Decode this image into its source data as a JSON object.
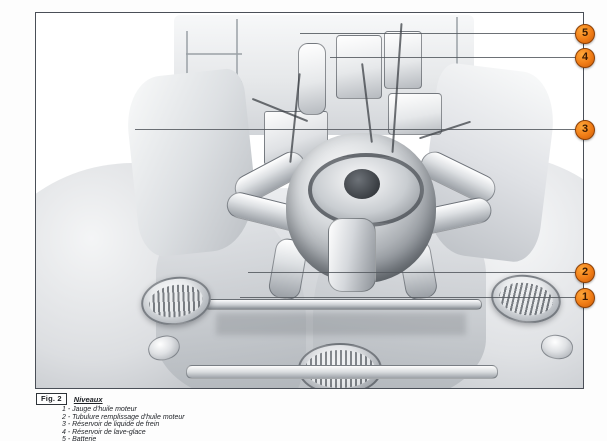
{
  "figure": {
    "tag": "Fig. 2",
    "title": "Niveaux",
    "items": [
      "1 - Jauge d'huile moteur",
      "2 - Tubulure remplissage d'huile moteur",
      "3 - Réservoir de liquide de frein",
      "4 - Réservoir de lave-glace",
      "5 - Batterie"
    ]
  },
  "callouts": [
    {
      "number": "5",
      "label": "Batterie"
    },
    {
      "number": "4",
      "label": "Réservoir de lave-glace"
    },
    {
      "number": "3",
      "label": "Réservoir de liquide de frein"
    },
    {
      "number": "2",
      "label": "Tubulure remplissage d'huile moteur"
    },
    {
      "number": "1",
      "label": "Jauge d'huile moteur"
    }
  ],
  "colors": {
    "callout_fill": "#f07c16",
    "callout_border": "#8c3f05",
    "frame_border": "#4a4f57",
    "leader_line": "#54585e",
    "page_background": "#ffffff"
  },
  "illustration": {
    "subject": "Compartiment moteur - vue de dessus",
    "parts": [
      "engine-air-cleaner",
      "oil-dipstick",
      "oil-filler-neck",
      "brake-fluid-reservoir",
      "washer-fluid-reservoir",
      "battery",
      "headlight-left",
      "headlight-right",
      "turn-signal-left",
      "turn-signal-right",
      "front-grille",
      "front-bumper"
    ]
  }
}
